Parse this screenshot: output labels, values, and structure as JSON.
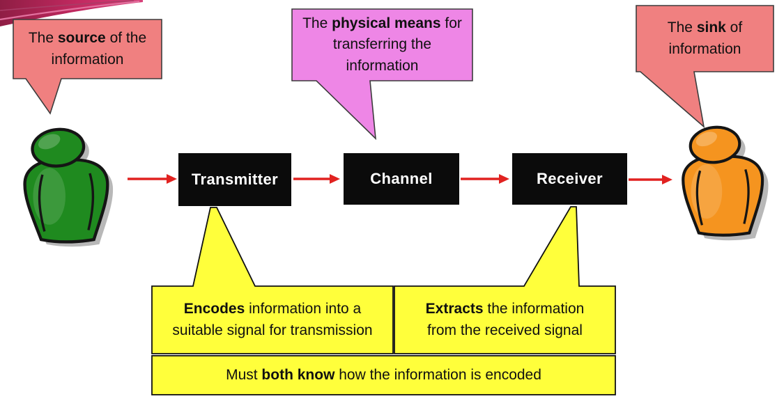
{
  "diagram_type": "communication-system-block-diagram",
  "nodes": {
    "transmitter": {
      "label": "Transmitter"
    },
    "channel": {
      "label": "Channel"
    },
    "receiver": {
      "label": "Receiver"
    }
  },
  "callouts": {
    "source": {
      "pre": "The ",
      "bold": "source",
      "post": " of the information"
    },
    "physical": {
      "pre": "The ",
      "bold": "physical means",
      "post": " for transferring the information"
    },
    "sink": {
      "pre": "The ",
      "bold": "sink",
      "post": " of information"
    },
    "encodes": {
      "pre": "",
      "bold": "Encodes",
      "post": " information into a suitable signal for transmission"
    },
    "extracts": {
      "pre": "",
      "bold": "Extracts",
      "post": " the information from the received signal"
    },
    "both_know": {
      "pre": "Must ",
      "bold": "both know",
      "post": " how the information is encoded"
    }
  },
  "figures": {
    "source_person": {
      "description": "green person figure (information source)"
    },
    "sink_person": {
      "description": "orange person figure (information sink)"
    }
  },
  "colors": {
    "callout_salmon": "#F08080",
    "callout_violet": "#EE86E6",
    "callout_yellow": "#FFFF3B",
    "node_box": "#0B0B0B",
    "node_text": "#FFFFFF",
    "arrow": "#E12220",
    "source_person": "#1F8A1F",
    "sink_person": "#F5941F",
    "swoosh": "#C22960"
  }
}
